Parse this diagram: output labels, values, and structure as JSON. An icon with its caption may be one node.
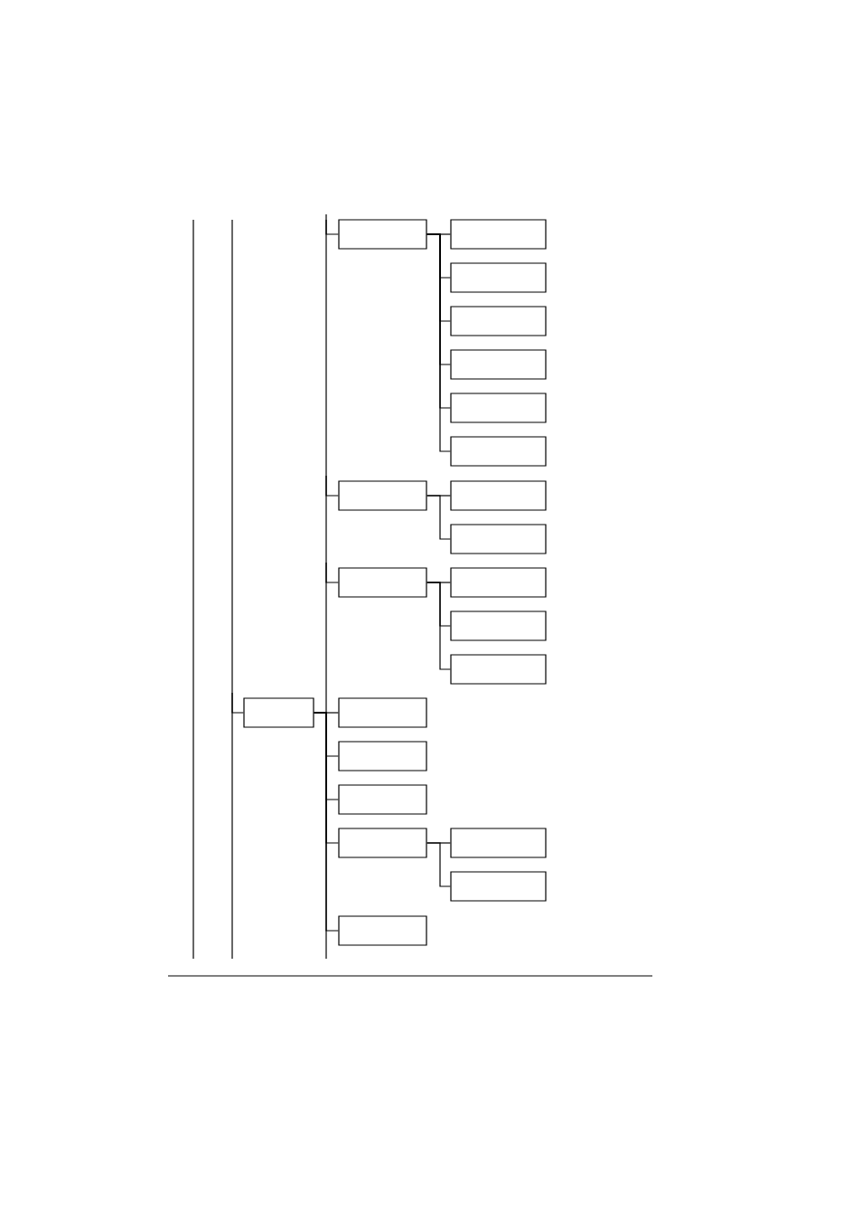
{
  "diagram": {
    "nodes": [
      {
        "text": [],
        "shape": "box"
      },
      {
        "text": [],
        "shape": "box"
      },
      {
        "text": [],
        "shape": "box"
      },
      {
        "text": [],
        "shape": "box"
      },
      {
        "text": [],
        "shape": "box"
      },
      {
        "text": [],
        "shape": "box"
      },
      {
        "text": [],
        "shape": "box"
      },
      {
        "text": [],
        "shape": "box"
      },
      {
        "text": [],
        "shape": "box"
      },
      {
        "text": [],
        "shape": "box"
      },
      {
        "text": [],
        "shape": "box"
      },
      {
        "text": [],
        "shape": "box"
      },
      {
        "text": [],
        "shape": "box"
      },
      {
        "text": [],
        "shape": "box"
      },
      {
        "text": [],
        "shape": "box"
      },
      {
        "text": [],
        "shape": "box"
      },
      {
        "text": [],
        "shape": "box"
      },
      {
        "text": [],
        "shape": "box"
      },
      {
        "text": [],
        "shape": "box"
      },
      {
        "text": [],
        "shape": "box"
      },
      {
        "text": [],
        "shape": "box"
      },
      {
        "text": [],
        "shape": "box"
      }
    ],
    "edges": [
      {
        "from": null,
        "to": 0,
        "arrow": "none"
      },
      {
        "from": 0,
        "to": 1,
        "arrow": "none"
      },
      {
        "from": 0,
        "to": 2,
        "arrow": "none"
      },
      {
        "from": 0,
        "to": 3,
        "arrow": "none"
      },
      {
        "from": 0,
        "to": 4,
        "arrow": "none"
      },
      {
        "from": 0,
        "to": 5,
        "arrow": "none"
      },
      {
        "from": 0,
        "to": 6,
        "arrow": "none"
      },
      {
        "from": null,
        "to": 7,
        "arrow": "none"
      },
      {
        "from": 7,
        "to": 8,
        "arrow": "none"
      },
      {
        "from": 7,
        "to": 9,
        "arrow": "none"
      },
      {
        "from": null,
        "to": 10,
        "arrow": "none"
      },
      {
        "from": 10,
        "to": 11,
        "arrow": "none"
      },
      {
        "from": 10,
        "to": 12,
        "arrow": "none"
      },
      {
        "from": 10,
        "to": 13,
        "arrow": "none"
      },
      {
        "from": null,
        "to": 14,
        "arrow": "none"
      },
      {
        "from": 14,
        "to": 15,
        "arrow": "none"
      },
      {
        "from": 14,
        "to": 16,
        "arrow": "none"
      },
      {
        "from": 14,
        "to": 17,
        "arrow": "none"
      },
      {
        "from": 14,
        "to": 18,
        "arrow": "none"
      },
      {
        "from": 18,
        "to": 19,
        "arrow": "none"
      },
      {
        "from": 18,
        "to": 20,
        "arrow": "none"
      },
      {
        "from": 14,
        "to": 21,
        "arrow": "none"
      }
    ]
  }
}
